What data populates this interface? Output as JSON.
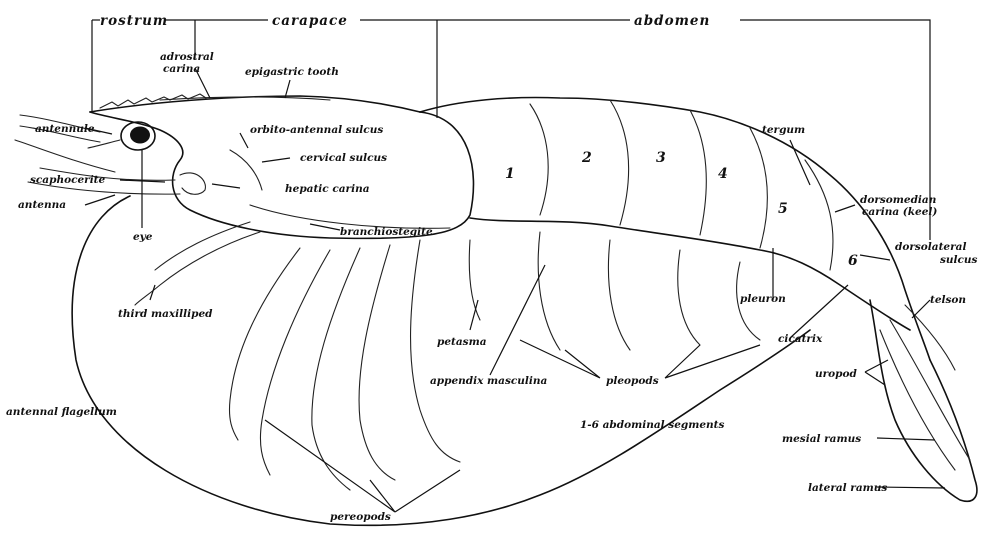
{
  "regions": {
    "rostrum": "rostrum",
    "carapace": "carapace",
    "abdomen": "abdomen"
  },
  "labels": {
    "adrostral_carina": "adrostral\ncarina",
    "epigastric_tooth": "epigastric tooth",
    "antennule": "antennule",
    "orbito_antennal_sulcus": "orbito-antennal sulcus",
    "cervical_sulcus": "cervical sulcus",
    "scaphocerite": "scaphocerite",
    "hepatic_carina": "hepatic carina",
    "antenna": "antenna",
    "eye": "eye",
    "branchiostegite": "branchiostegite",
    "third_maxilliped": "third maxilliped",
    "antennal_flagellum": "antennal flagellum",
    "petasma": "petasma",
    "appendix_masculina": "appendix masculina",
    "pleopods": "pleopods",
    "pereopods": "pereopods",
    "tergum": "tergum",
    "dorsomedian_carina": "dorsomedian\ncarina (keel)",
    "dorsolateral_sulcus": "dorsolateral\nsulcus",
    "telson": "telson",
    "pleuron": "pleuron",
    "cicatrix": "cicatrix",
    "uropod": "uropod",
    "mesial_ramus": "mesial ramus",
    "lateral_ramus": "lateral ramus",
    "abdominal_segments": "1-6 abdominal segments"
  },
  "segment_numbers": [
    "1",
    "2",
    "3",
    "4",
    "5",
    "6"
  ]
}
